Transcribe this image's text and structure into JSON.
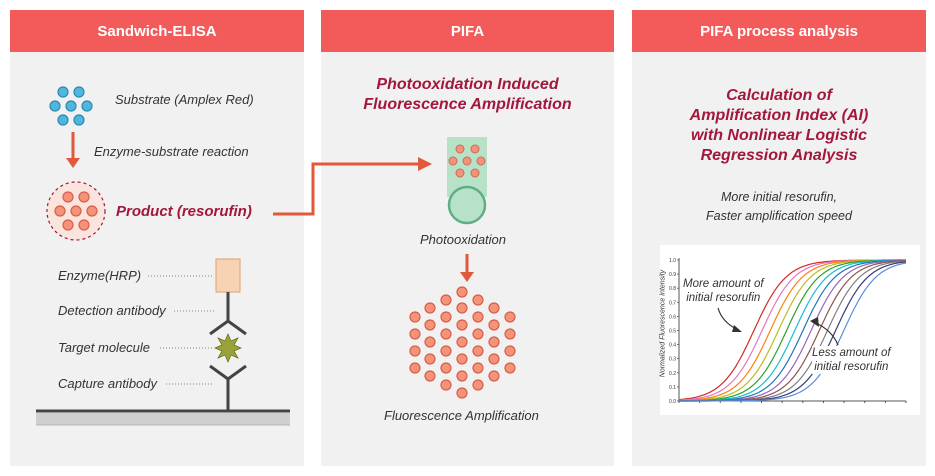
{
  "panels": {
    "elisa": {
      "title": "Sandwich-ELISA"
    },
    "pifa": {
      "title": "PIFA"
    },
    "analysis": {
      "title": "PIFA process analysis"
    }
  },
  "elisa": {
    "substrate": "Substrate (Amplex Red)",
    "reaction": "Enzyme-substrate reaction",
    "product": "Product (resorufin)",
    "enzyme": "Enzyme(HRP)",
    "detection": "Detection antibody",
    "target": "Target molecule",
    "capture": "Capture antibody"
  },
  "pifa": {
    "title_line1": "Photooxidation Induced",
    "title_line2": "Fluorescence Amplification",
    "photooxidation": "Photooxidation",
    "amplification": "Fluorescence Amplification"
  },
  "analysis": {
    "title_line1": "Calculation of",
    "title_line2": "Amplification Index (AI)",
    "title_line3": "with Nonlinear Logistic",
    "title_line4": "Regression Analysis",
    "subtitle_line1": "More initial resorufin,",
    "subtitle_line2": "Faster amplification speed"
  },
  "chart_data": {
    "type": "line",
    "ylabel": "Normalized Fluorescence Intensity",
    "y_ticks": [
      "0.0",
      "0.1",
      "0.2",
      "0.3",
      "0.4",
      "0.5",
      "0.6",
      "0.7",
      "0.8",
      "0.9",
      "1.0"
    ],
    "ylim": [
      0,
      1.0
    ],
    "annotation_more_line1": "More amount of",
    "annotation_more_line2": "initial resorufin",
    "annotation_less_line1": "Less amount of",
    "annotation_less_line2": "initial resorufin",
    "series_colors": [
      "#d62728",
      "#e377c2",
      "#ff7f0e",
      "#bcbd22",
      "#2ca02c",
      "#17becf",
      "#1f77b4",
      "#9467bd",
      "#8c564b",
      "#7f7f7f",
      "#393b79",
      "#5a8dd6"
    ]
  },
  "colors": {
    "header": "#f35b5b",
    "accent_text": "#a3173c",
    "arrow": "#e0593a",
    "substrate_dot": "#4fb6dd",
    "product_dot": "#f4937a"
  }
}
